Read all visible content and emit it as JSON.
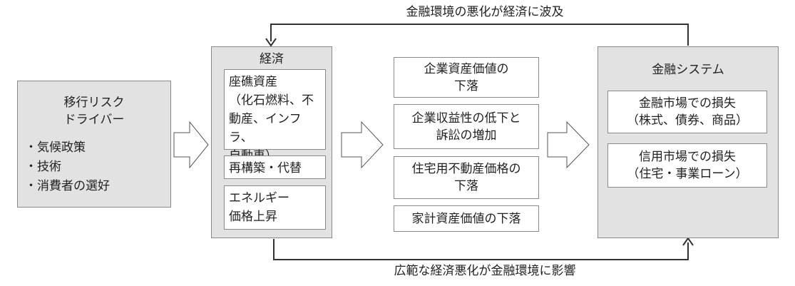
{
  "driver": {
    "title": "移行リスク\nドライバー",
    "items": [
      "・気候政策",
      "・技術",
      "・消費者の選好"
    ]
  },
  "economy": {
    "title": "経済",
    "items": [
      "座礁資産\n（化石燃料、不\n動産、インフラ、\n自動車）",
      "再構築・代替",
      "エネルギー\n価格上昇"
    ]
  },
  "impacts": [
    "企業資産価値の\n下落",
    "企業収益性の低下と\n訴訟の増加",
    "住宅用不動産価格の\n下落",
    "家計資産価値の下落"
  ],
  "financial_system": {
    "title": "金融システム",
    "items": [
      "金融市場での損失\n（株式、債券、商品）",
      "信用市場での損失\n（住宅・事業ローン）"
    ]
  },
  "feedback": {
    "top": "金融環境の悪化が経済に波及",
    "bottom": "広範な経済悪化が金融環境に影響"
  }
}
